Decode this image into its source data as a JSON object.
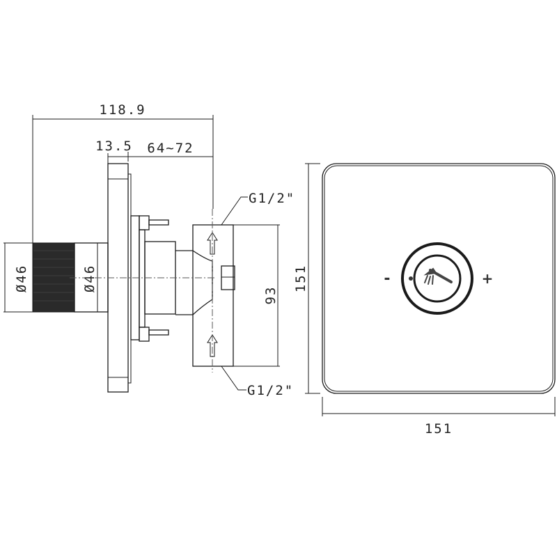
{
  "side_view": {
    "overall_length": "118.9",
    "plate_thickness": "13.5",
    "wall_depth_range": "64~72",
    "knob_diameter": "Ø46",
    "sleeve_diameter": "Ø46",
    "body_height": "93",
    "top_connection": "G1/2\"",
    "bottom_connection": "G1/2\""
  },
  "front_view": {
    "width": "151",
    "height": "151",
    "minus_label": "-",
    "plus_label": "+"
  }
}
